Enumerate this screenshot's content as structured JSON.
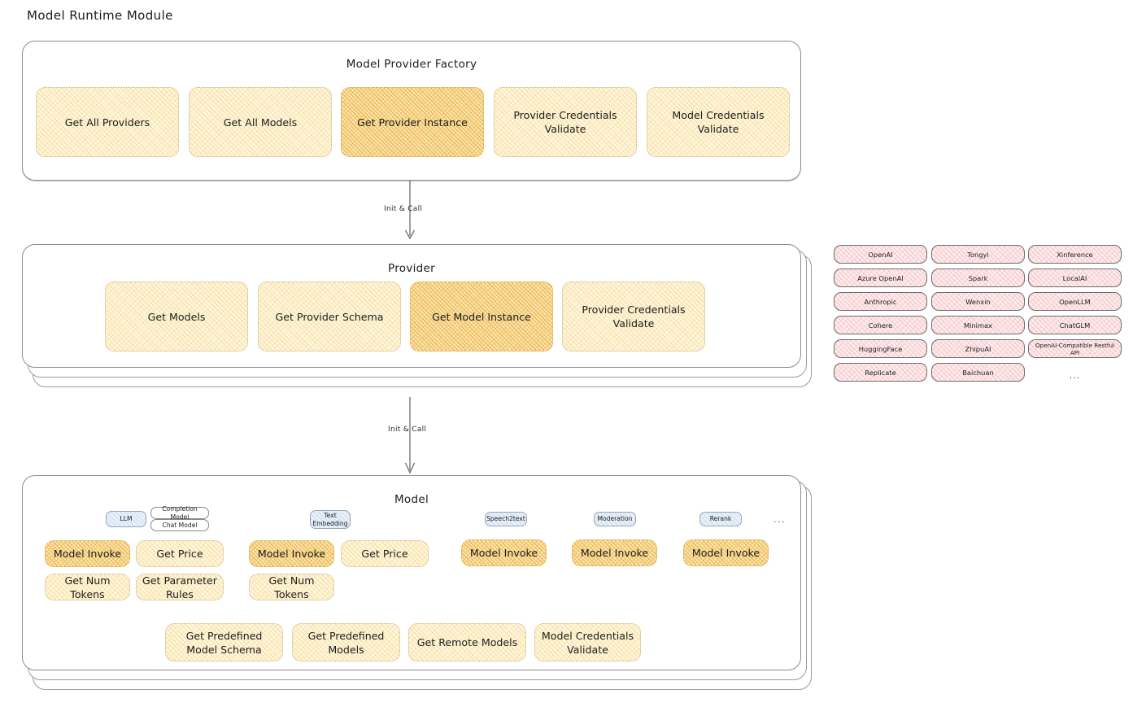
{
  "page": {
    "title": "Model Runtime Module"
  },
  "sections": {
    "factory": {
      "title": "Model Provider Factory",
      "nodes": [
        {
          "label": "Get All Providers",
          "highlight": false
        },
        {
          "label": "Get All Models",
          "highlight": false
        },
        {
          "label": "Get Provider Instance",
          "highlight": true
        },
        {
          "label": "Provider Credentials Validate",
          "highlight": false
        },
        {
          "label": "Model Credentials Validate",
          "highlight": false
        }
      ]
    },
    "provider": {
      "title": "Provider",
      "nodes": [
        {
          "label": "Get Models",
          "highlight": false
        },
        {
          "label": "Get Provider Schema",
          "highlight": false
        },
        {
          "label": "Get Model Instance",
          "highlight": true
        },
        {
          "label": "Provider Credentials Validate",
          "highlight": false
        }
      ]
    },
    "model": {
      "title": "Model",
      "model_types": [
        {
          "tag": "LLM",
          "tag_style": "blue",
          "subtags": [
            "Completion Model",
            "Chat Model"
          ],
          "nodes": [
            {
              "label": "Model Invoke",
              "highlight": true
            },
            {
              "label": "Get Price",
              "highlight": false
            },
            {
              "label": "Get Num Tokens",
              "highlight": false
            },
            {
              "label": "Get Parameter Rules",
              "highlight": false
            }
          ]
        },
        {
          "tag": "Text Embedding",
          "tag_style": "blue",
          "subtags": [],
          "nodes": [
            {
              "label": "Model Invoke",
              "highlight": true
            },
            {
              "label": "Get Price",
              "highlight": false
            },
            {
              "label": "Get Num Tokens",
              "highlight": false
            }
          ]
        },
        {
          "tag": "Speech2text",
          "tag_style": "blue",
          "subtags": [],
          "nodes": [
            {
              "label": "Model Invoke",
              "highlight": true
            }
          ]
        },
        {
          "tag": "Moderation",
          "tag_style": "blue",
          "subtags": [],
          "nodes": [
            {
              "label": "Model Invoke",
              "highlight": true
            }
          ]
        },
        {
          "tag": "Rerank",
          "tag_style": "blue",
          "subtags": [],
          "nodes": [
            {
              "label": "Model Invoke",
              "highlight": true
            }
          ]
        }
      ],
      "more_types": "...",
      "common_nodes": [
        {
          "label": "Get Predefined Model Schema"
        },
        {
          "label": "Get Predefined Models"
        },
        {
          "label": "Get Remote Models"
        },
        {
          "label": "Model Credentials Validate"
        }
      ]
    }
  },
  "arrows": [
    {
      "label": "Init & Call"
    },
    {
      "label": "Init & Call"
    }
  ],
  "provider_list": {
    "columns": [
      [
        "OpenAI",
        "Azure OpenAI",
        "Anthropic",
        "Cohere",
        "HuggingFace",
        "Replicate"
      ],
      [
        "Tongyi",
        "Spark",
        "Wenxin",
        "Minimax",
        "ZhipuAI",
        "Baichuan"
      ],
      [
        "Xinference",
        "LocalAI",
        "OpenLLM",
        "ChatGLM",
        "OpenAI-Compatible Restful API",
        "..."
      ]
    ]
  },
  "colors": {
    "node_fill": "#fdf6df",
    "node_highlight_fill": "#fae6b4",
    "chip_fill": "#fdeced",
    "tag_fill": "#e8f1fa",
    "border": "#8d8d8d"
  }
}
